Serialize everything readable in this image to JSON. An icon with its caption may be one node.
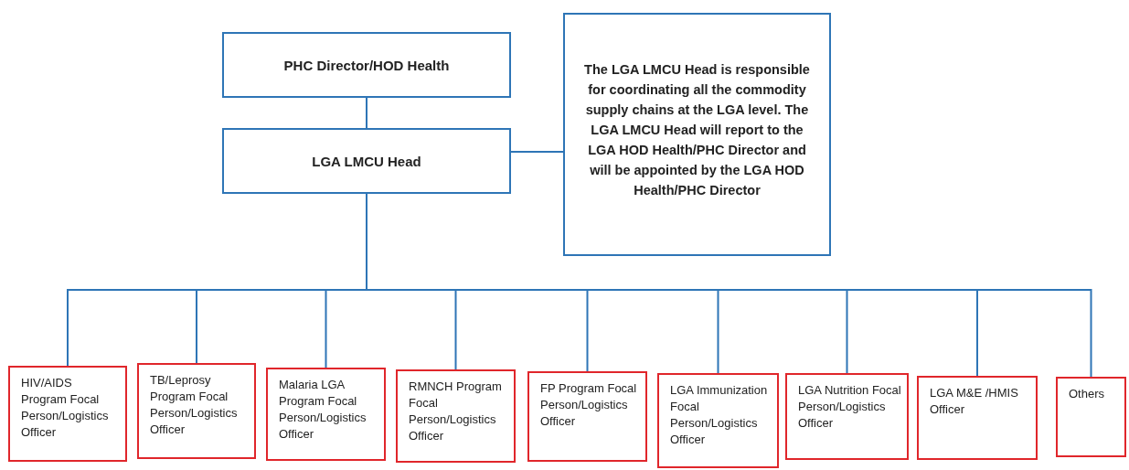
{
  "diagram": {
    "nodes": [
      {
        "text": [
          "PHC Director/HOD Health"
        ]
      },
      {
        "text": [
          "LGA LMCU Head"
        ]
      },
      {
        "text": [
          "The LGA LMCU Head is responsible for coordinating all the commodity supply chains at the LGA level. The LGA LMCU Head will report to the LGA HOD Health/PHC Director and will be appointed by the LGA HOD Health/PHC Director"
        ]
      },
      {
        "text": [
          "HIV/AIDS Program Focal Person/Logistics Officer"
        ]
      },
      {
        "text": [
          "TB/Leprosy Program Focal Person/Logistics Officer"
        ]
      },
      {
        "text": [
          "Malaria LGA Program Focal Person/Logistics Officer"
        ]
      },
      {
        "text": [
          "RMNCH Program Focal Person/Logistics Officer"
        ]
      },
      {
        "text": [
          "FP Program Focal Person/Logistics Officer"
        ]
      },
      {
        "text": [
          "LGA Immunization Focal Person/Logistics Officer"
        ]
      },
      {
        "text": [
          "LGA Nutrition Focal Person/Logistics Officer"
        ]
      },
      {
        "text": [
          "LGA M&E /HMIS Officer"
        ]
      },
      {
        "text": [
          "Others"
        ]
      }
    ],
    "edges": [
      {
        "from": 0,
        "to": 1,
        "arrow": "none"
      },
      {
        "from": 1,
        "to": 2,
        "arrow": "none"
      },
      {
        "from": 1,
        "to": 3,
        "arrow": "none"
      },
      {
        "from": 1,
        "to": 4,
        "arrow": "none"
      },
      {
        "from": 1,
        "to": 5,
        "arrow": "none"
      },
      {
        "from": 1,
        "to": 6,
        "arrow": "none"
      },
      {
        "from": 1,
        "to": 7,
        "arrow": "none"
      },
      {
        "from": 1,
        "to": 8,
        "arrow": "none"
      },
      {
        "from": 1,
        "to": 9,
        "arrow": "none"
      },
      {
        "from": 1,
        "to": 10,
        "arrow": "none"
      },
      {
        "from": 1,
        "to": 11,
        "arrow": "none"
      }
    ]
  }
}
